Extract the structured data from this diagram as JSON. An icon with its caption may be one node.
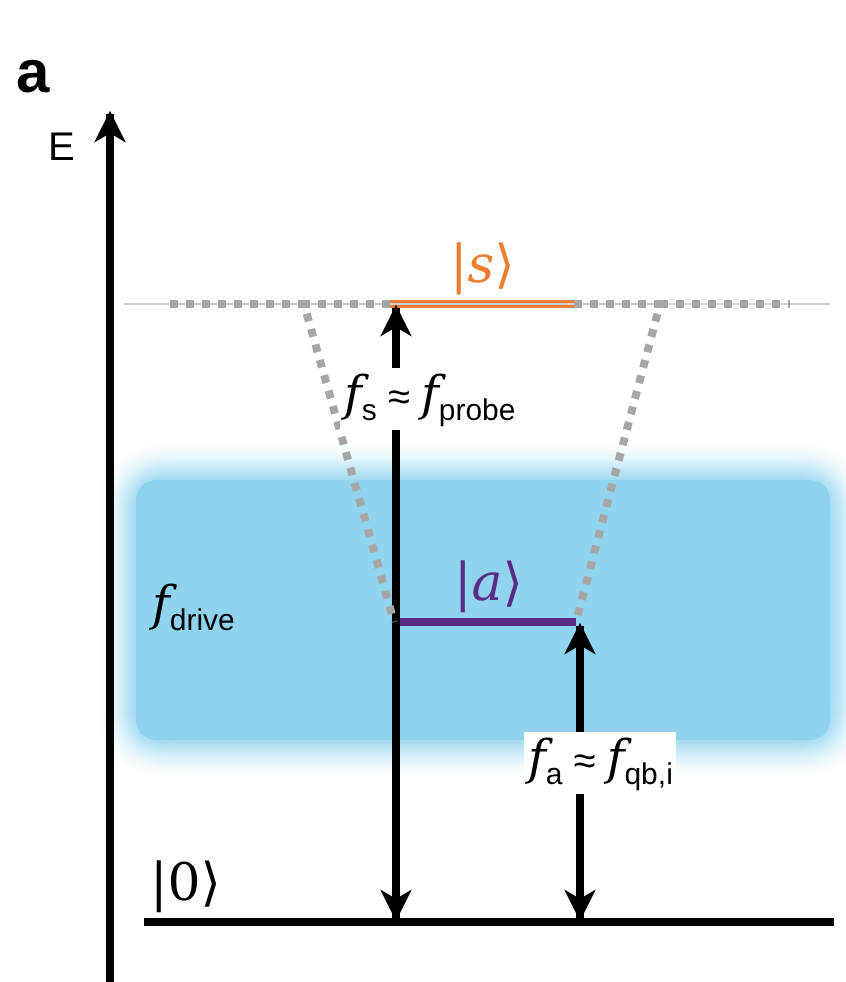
{
  "diagram": {
    "nodes": [
      {
        "text": [
          "|*s*⟩"
        ]
      },
      {
        "text": [
          "*f*$_{drive}$"
        ]
      },
      {
        "text": [
          "|*a*⟩"
        ],
        "in": 1
      },
      {
        "text": [
          "|0⟩"
        ]
      }
    ],
    "edges": [
      {
        "from": 3,
        "to": 0,
        "arrow": "both",
        "label": "*f*$_{s}$ ≈ *f*$_{probe}$"
      },
      {
        "from": 3,
        "to": 2,
        "arrow": "both",
        "label": "*f*$_{a}$ ≈ *f*$_{qb,i}$"
      },
      {
        "from": 0,
        "to": 2,
        "arrow": "none",
        "style": "dashed",
        "color": "#a6a6a6"
      },
      {
        "from": 0,
        "to": 2,
        "arrow": "none",
        "style": "dashed",
        "color": "#a6a6a6"
      }
    ],
    "labels": [
      "a",
      "E"
    ]
  }
}
